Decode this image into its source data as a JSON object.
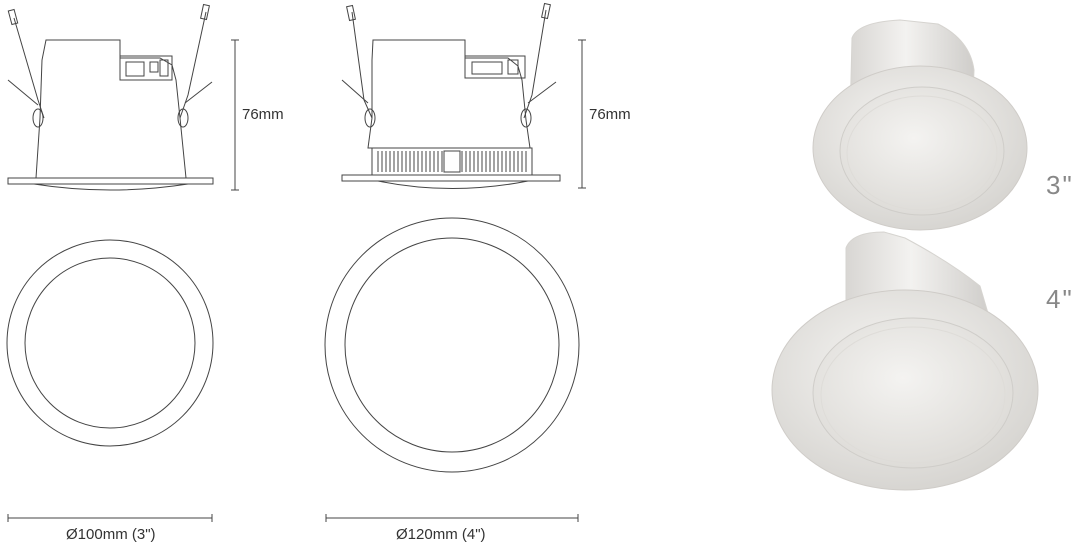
{
  "labels": {
    "height_3in": "76mm",
    "height_4in": "76mm",
    "diameter_3in": "Ø100mm (3\")",
    "diameter_4in": "Ø120mm (4\")",
    "photo_3in": "3\"",
    "photo_4in": "4\""
  },
  "colors": {
    "line": "#444444",
    "fixture_body": "#ecebe9",
    "fixture_shadow": "#c9c7c4",
    "lens": "#e6e4e1"
  }
}
